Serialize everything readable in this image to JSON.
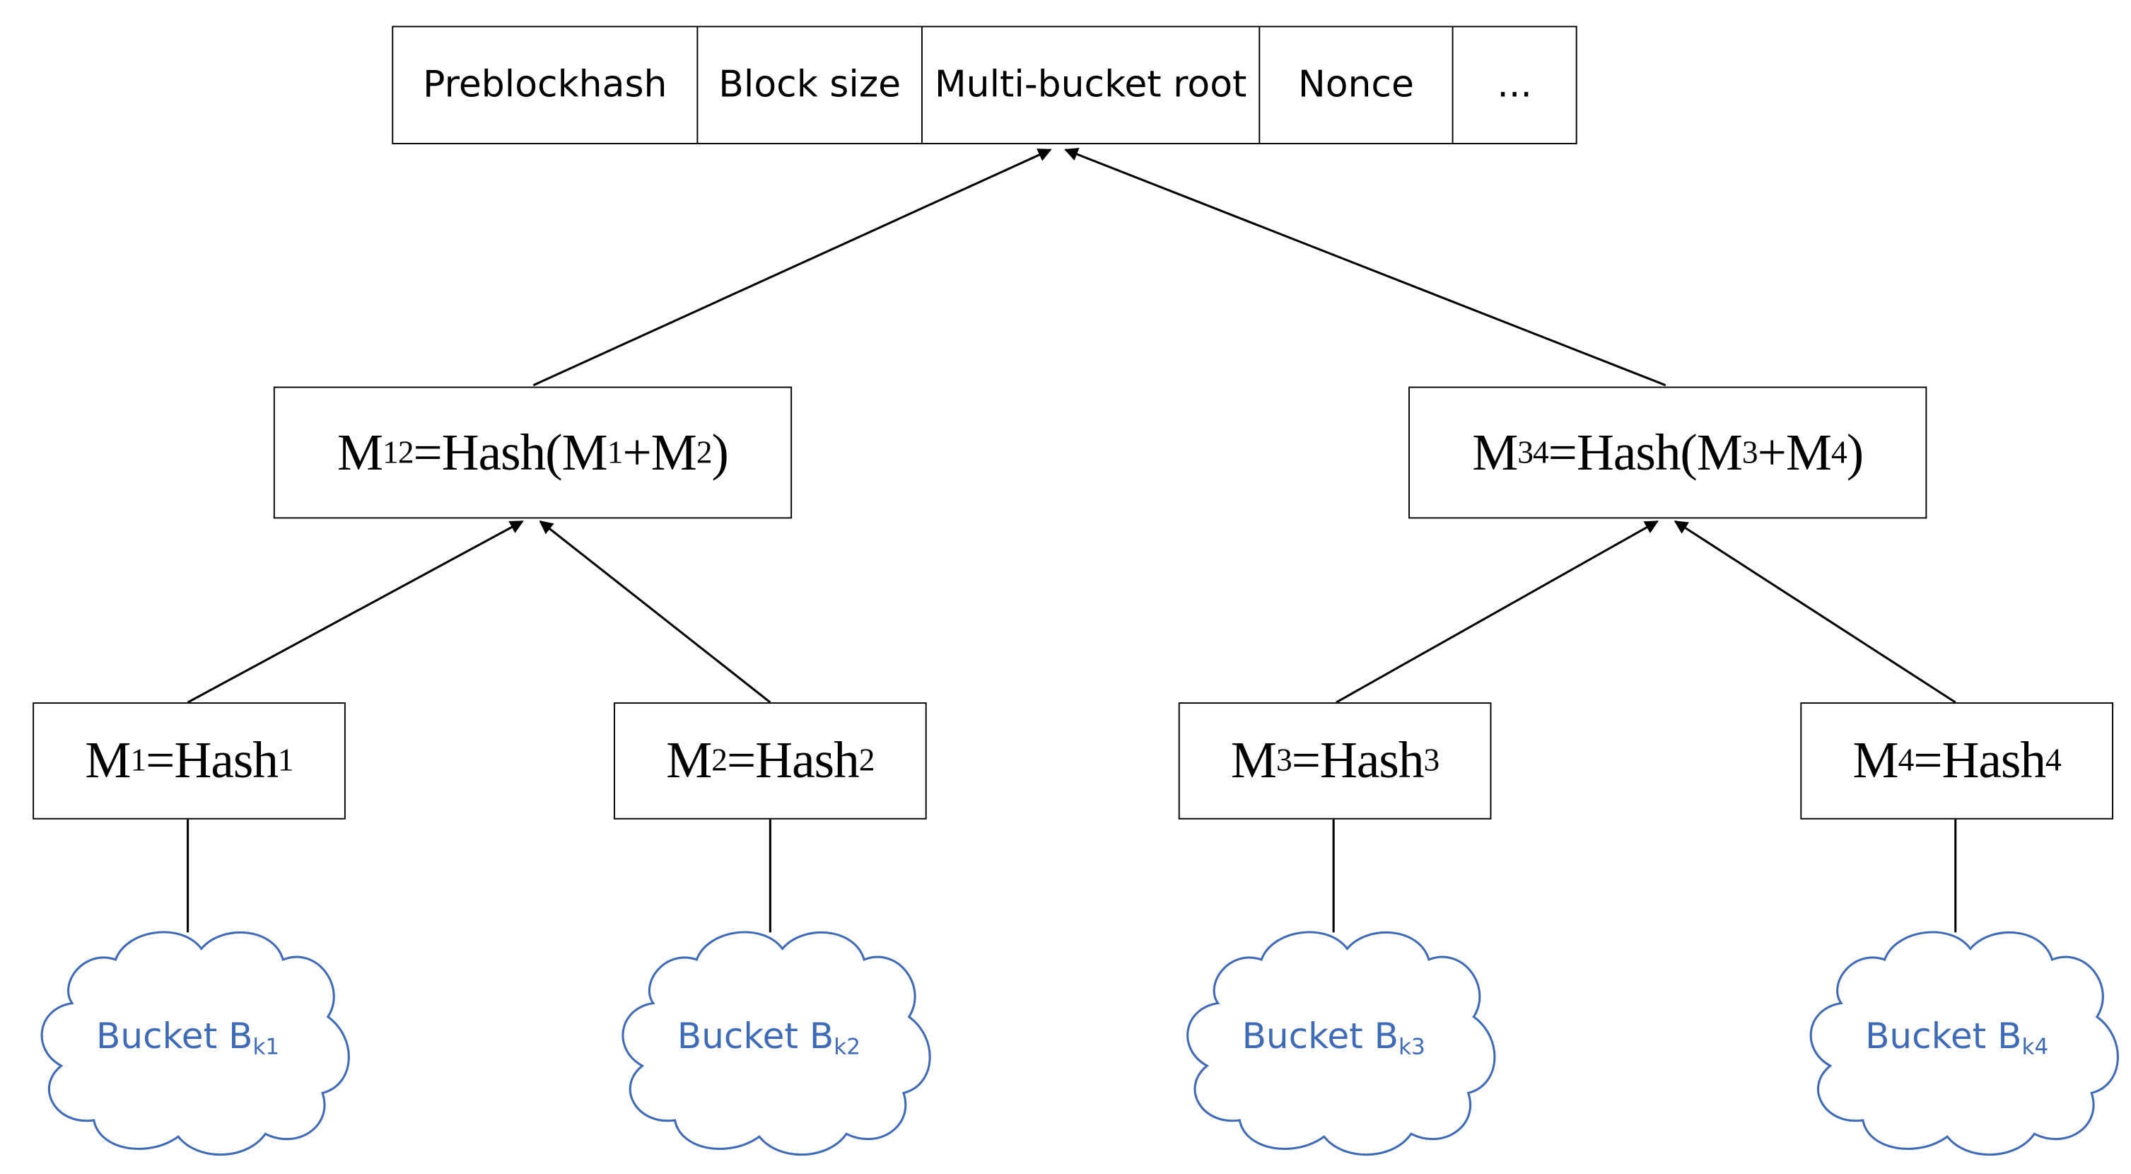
{
  "block_header": {
    "cells": [
      "Preblockhash",
      "Block size",
      "Multi-bucket root",
      "Nonce",
      "..."
    ]
  },
  "intermediate_nodes": [
    {
      "name": "M",
      "index": "12",
      "expr_open": "=Hash(",
      "a": "M",
      "a_index": "1",
      "plus": "+",
      "b": "M",
      "b_index": "2",
      "expr_close": ")"
    },
    {
      "name": "M",
      "index": "34",
      "expr_open": "=Hash(",
      "a": "M",
      "a_index": "3",
      "plus": "+",
      "b": "M",
      "b_index": "4",
      "expr_close": ")"
    }
  ],
  "leaf_nodes": [
    {
      "name": "M",
      "index": "1",
      "eq": "=Hash",
      "hash_index": "1"
    },
    {
      "name": "M",
      "index": "2",
      "eq": "=Hash",
      "hash_index": "2"
    },
    {
      "name": "M",
      "index": "3",
      "eq": "=Hash",
      "hash_index": "3"
    },
    {
      "name": "M",
      "index": "4",
      "eq": "=Hash",
      "hash_index": "4"
    }
  ],
  "buckets": [
    {
      "label": "Bucket B",
      "sub": "k1"
    },
    {
      "label": "Bucket B",
      "sub": "k2"
    },
    {
      "label": "Bucket B",
      "sub": "k3"
    },
    {
      "label": "Bucket B",
      "sub": "k4"
    }
  ],
  "colors": {
    "line": "#000000",
    "cloud_stroke": "#3f6ab5",
    "bucket_text": "#3f6ab5"
  }
}
